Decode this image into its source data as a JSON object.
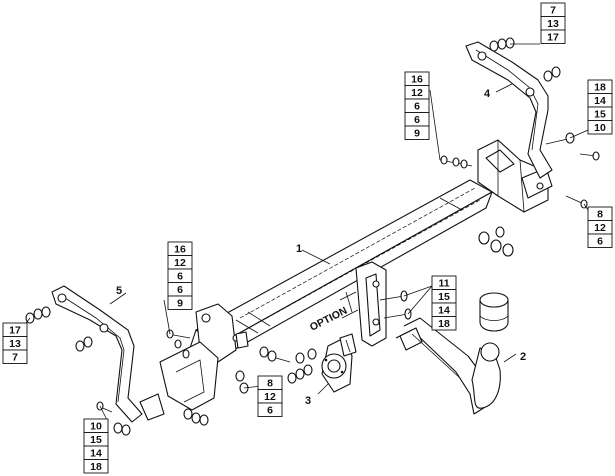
{
  "callouts": {
    "part_1": "1",
    "part_2": "2",
    "part_3": "3",
    "part_4": "4",
    "part_5": "5",
    "option": "OPTION"
  },
  "stacks": {
    "top_right": [
      "7",
      "13",
      "17"
    ],
    "upper_mid": [
      "16",
      "12",
      "6",
      "6",
      "9"
    ],
    "right_upper": [
      "18",
      "14",
      "15",
      "10"
    ],
    "right_lower": [
      "8",
      "12",
      "6"
    ],
    "mid_left": [
      "16",
      "12",
      "6",
      "6",
      "9"
    ],
    "left": [
      "17",
      "13",
      "7"
    ],
    "bottom_left": [
      "10",
      "15",
      "14",
      "18"
    ],
    "bottom_center": [
      "8",
      "12",
      "6"
    ],
    "center_right": [
      "11",
      "15",
      "14",
      "18"
    ]
  }
}
